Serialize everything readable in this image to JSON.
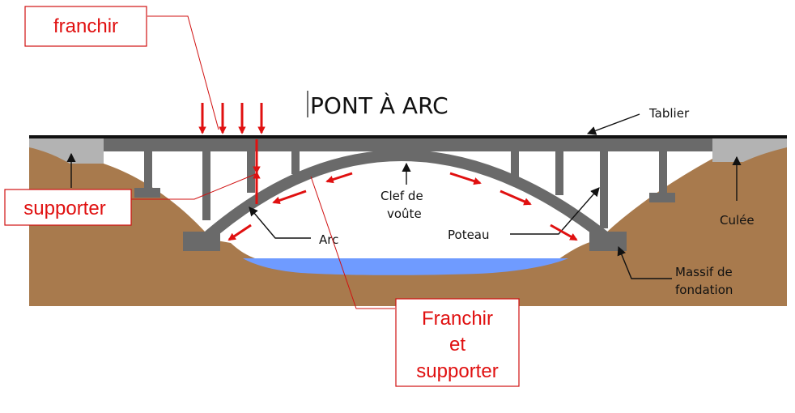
{
  "title": "PONT À ARC",
  "labels": {
    "tablier": "Tablier",
    "clef_line1": "Clef de",
    "clef_line2": "voûte",
    "arc": "Arc",
    "poteau": "Poteau",
    "culee": "Culée",
    "massif_line1": "Massif de",
    "massif_line2": "fondation"
  },
  "callouts": {
    "franchir": "franchir",
    "supporter": "supporter",
    "franchir_et_supporter": [
      "Franchir",
      "et",
      "supporter"
    ]
  },
  "colors": {
    "ground": "#a87a4d",
    "water": "#6f9bff",
    "structure": "#6a6a6a",
    "abutment": "#b3b3b3",
    "deck": "#111111",
    "force_arrows": "#e01010",
    "callout_border": "#d01010"
  }
}
